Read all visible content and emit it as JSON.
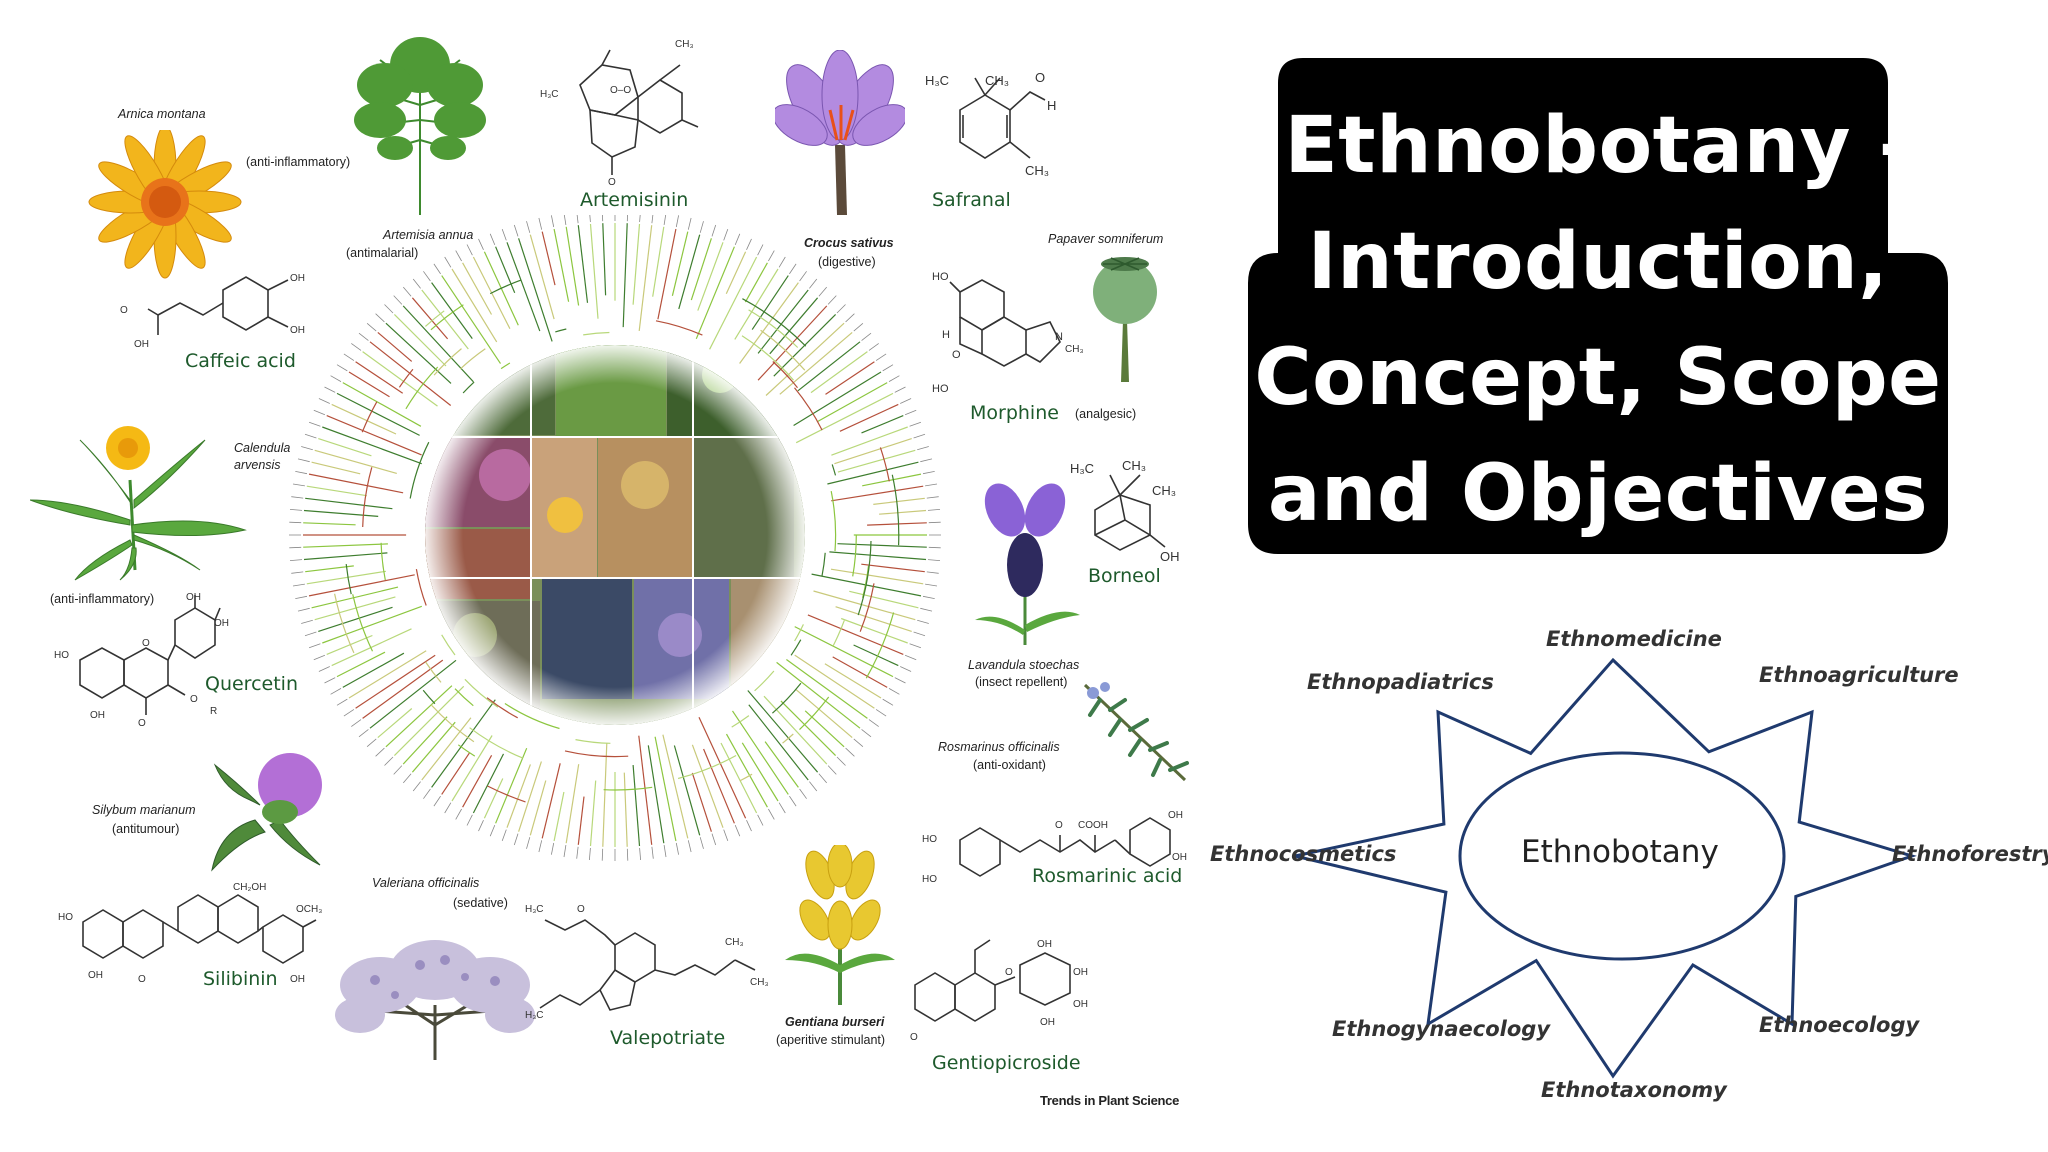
{
  "title_lines": [
    "Ethnobotany -",
    "Introduction,",
    "Concept, Scope",
    "and Objectives"
  ],
  "source_credit": "Trends in Plant Science",
  "plants": {
    "arnica": {
      "latin": "Arnica montana",
      "activity": "(anti-inflammatory)"
    },
    "artemisia": {
      "latin": "Artemisia annua",
      "activity": "(antimalarial)"
    },
    "crocus": {
      "latin": "Crocus sativus",
      "activity": "(digestive)"
    },
    "papaver": {
      "latin": "Papaver somniferum",
      "activity": "(analgesic)"
    },
    "calendula": {
      "latin_1": "Calendula",
      "latin_2": "arvensis",
      "activity": "(anti-inflammatory)"
    },
    "lavandula": {
      "latin": "Lavandula stoechas",
      "activity": "(insect repellent)"
    },
    "rosmarinus": {
      "latin": "Rosmarinus officinalis",
      "activity": "(anti-oxidant)"
    },
    "silybum": {
      "latin": "Silybum marianum",
      "activity": "(antitumour)"
    },
    "valeriana": {
      "latin": "Valeriana officinalis",
      "activity": "(sedative)"
    },
    "gentiana": {
      "latin": "Gentiana burseri",
      "activity": "(aperitive stimulant)"
    }
  },
  "compounds": {
    "artemisinin": "Artemisinin",
    "safranal": "Safranal",
    "caffeic": "Caffeic acid",
    "morphine": "Morphine",
    "borneol": "Borneol",
    "quercetin": "Quercetin",
    "rosmarinic": "Rosmarinic acid",
    "silibinin": "Silibinin",
    "valepotriate": "Valepotriate",
    "gentiopicroside": "Gentiopicroside"
  },
  "star_diagram": {
    "center": "Ethnobotany",
    "points": [
      "Ethnomedicine",
      "Ethnoagriculture",
      "Ethnoforestry",
      "Ethnoecology",
      "Ethnotaxonomy",
      "Ethnogynaecology",
      "Ethnocosmetics",
      "Ethnopadiatrics"
    ]
  },
  "colors": {
    "title_bg": "#000000",
    "title_text": "#ffffff",
    "star_stroke": "#1f3a6e",
    "compound_text": "#1e5a2c",
    "tree_green": "#8cc63f",
    "tree_dark": "#3e7d2e",
    "tree_red": "#b5503b"
  }
}
